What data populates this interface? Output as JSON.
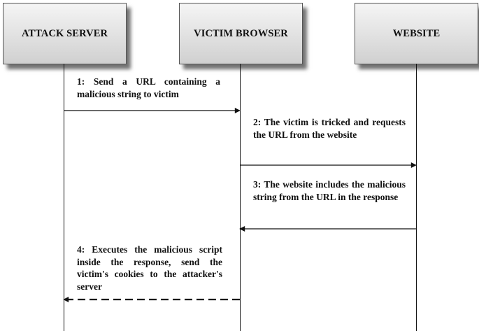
{
  "participants": {
    "attack_server": "ATTACK SERVER",
    "victim_browser": "VICTIM BROWSER",
    "website": "WEBSITE"
  },
  "messages": [
    {
      "text": "1: Send a URL containing a malicious string to victim",
      "from": "attack_server",
      "to": "victim_browser",
      "style": "solid"
    },
    {
      "text": "2: The victim is tricked and requests the URL from the website",
      "from": "victim_browser",
      "to": "website",
      "style": "solid"
    },
    {
      "text": "3: The website includes the malicious string from the URL in the response",
      "from": "website",
      "to": "victim_browser",
      "style": "solid"
    },
    {
      "text": "4: Executes the malicious script inside the response, send the victim's cookies to the attacker's server",
      "from": "victim_browser",
      "to": "attack_server",
      "style": "dashed"
    }
  ],
  "colors": {
    "line": "#111111",
    "box_top": "#f5f5f5",
    "box_bottom": "#d0d0d0"
  }
}
